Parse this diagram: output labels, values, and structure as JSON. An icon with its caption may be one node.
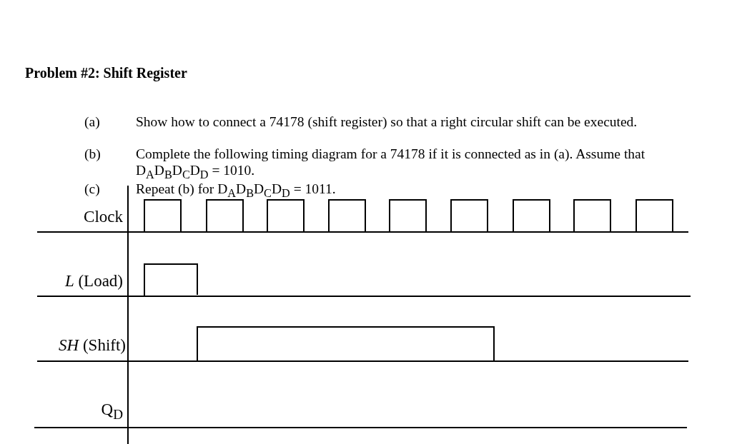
{
  "diagram": {
    "title": "Problem #2: Shift Register",
    "labels": [
      "(a)",
      "Show how to connect a 74178 (shift register) so that a right circular shift can be executed.",
      "(b)",
      "Complete the following timing diagram for a 74178 if it is connected as in (a). Assume that D$_{A}$D$_{B}$D$_{C}$D$_{D}$ = 1010.",
      "(c)",
      "Repeat (b) for D$_{A}$D$_{B}$D$_{C}$D$_{D}$ = 1011.",
      "Clock",
      "*L* (Load)",
      "*SH* (Shift)",
      "Q$_{D}$"
    ]
  }
}
